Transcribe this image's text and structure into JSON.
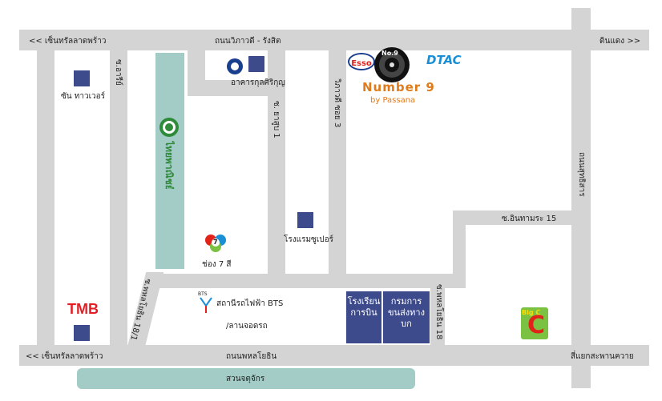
{
  "roads": {
    "top_road_name": "ถนนวิภาวดี - รังสิต",
    "top_left_arrow": "<< เซ็นทรัลลาดพร้าว",
    "top_right_arrow": "ดินแดง >>",
    "bottom_road_name": "ถนนพหลโยธิน",
    "bottom_left_arrow": "<< เซ็นทรัลลาดพร้าว",
    "bottom_right_arrow": "สี่แยกสะพานควาย",
    "soi_left": "ซ.อารีย์",
    "soi_yasub": "ซ. ยาสูบ 1",
    "soi_vibhavadi3": "วิภาวดี ซอย 3",
    "road_right": "ถนนสุทธิสาร",
    "soi_inthamara": "ซ.อินทามระ 15",
    "soi_phahon18_1": "ซ.พหลโยธิน 18/1",
    "soi_phahon18": "ซ.พหลโยธิน 18",
    "park_bottom": "สวนจตุจักร"
  },
  "places": {
    "sun_tower": "ซัน ทาวเวอร์",
    "krungthai_building": "อาคารกุลศิริกุญ",
    "super_hotel": "โรงแรมซูเปอร์",
    "channel7": "ช่อง 7 สี",
    "bts_station": "สถานีรถไฟฟ้า BTS",
    "parking": "/ลานจอดรถ",
    "aviation_school": "โรงเรียน การบิน",
    "transport_dept": "กรมการ ขนส่งทางบก",
    "number9_title": "Number 9",
    "number9_sub": "by Passana"
  },
  "logos": {
    "esso": "Esso",
    "dtac": "DTAC",
    "tmb": "TMB",
    "bigc": "Big C",
    "number9_emblem": "No.9",
    "park_vertical": "ไทยพาณิชย์",
    "bts_mark": "BTS",
    "ch7_mark": "7"
  },
  "colors": {
    "road": "#d4d4d4",
    "park": "#a3ccc7",
    "building": "#3d4a8c",
    "number9": "#e07b1c",
    "dtac": "#1a8fd6",
    "tmb_red": "#e31e24",
    "tmb_blue": "#1b3f8f",
    "bigc_green": "#7cc242",
    "bigc_red": "#e2231a"
  }
}
